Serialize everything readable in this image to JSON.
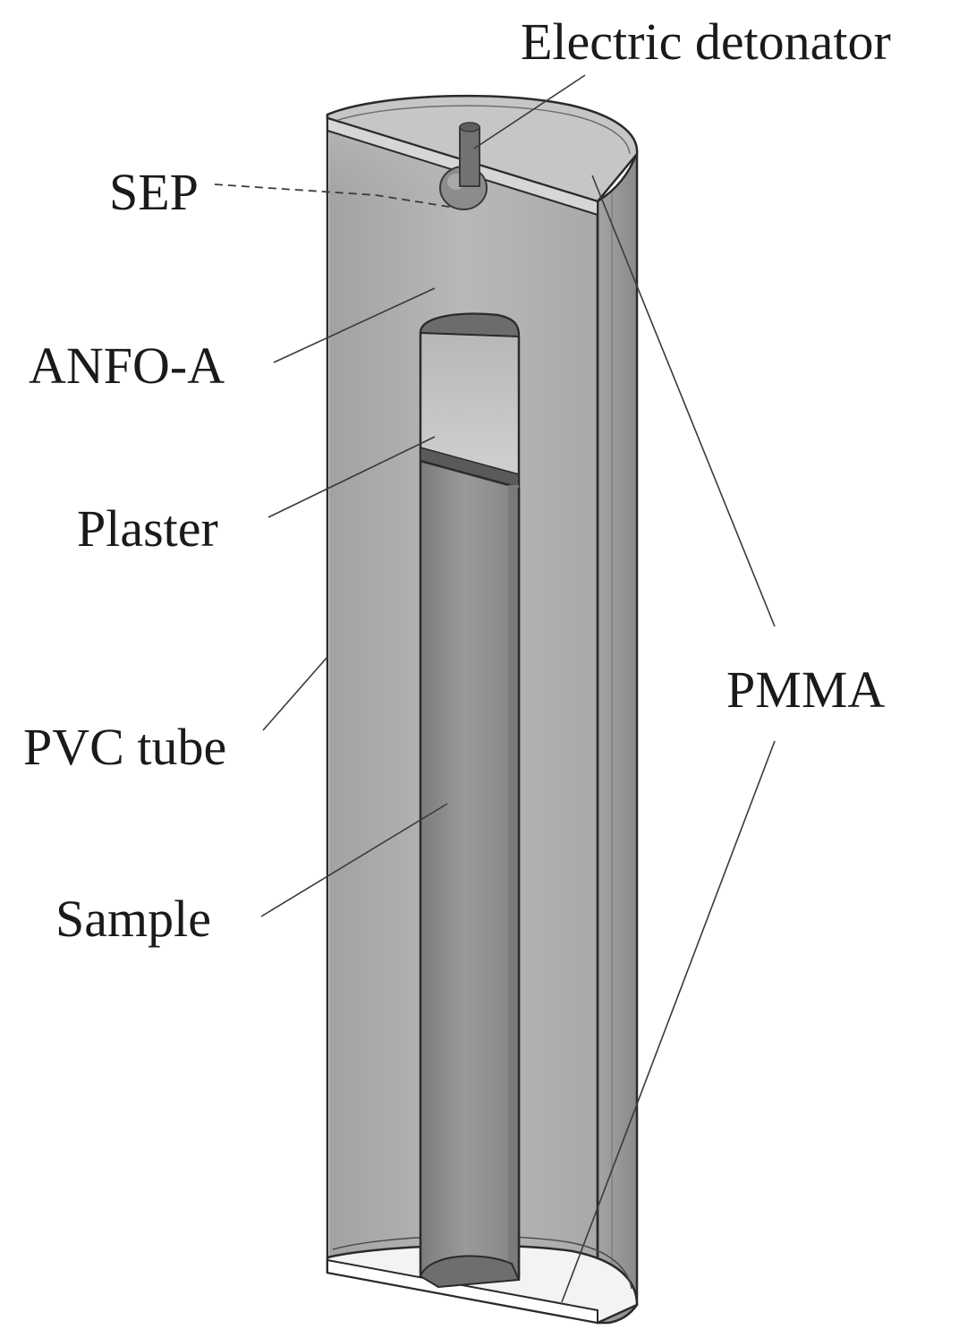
{
  "labels": {
    "electric_detonator": "Electric detonator",
    "sep": "SEP",
    "anfo": "ANFO-A",
    "plaster": "Plaster",
    "pvc_tube": "PVC tube",
    "sample": "Sample",
    "pmma": "PMMA"
  },
  "colors": {
    "cavity_light": "#b9b9b9",
    "cavity_mid": "#a7a7a7",
    "wall_side": "#9a9a9a",
    "sample_rod": "#8e8e8e",
    "plaster_fill": "#cbcbcb",
    "outline": "#2a2a2a"
  }
}
